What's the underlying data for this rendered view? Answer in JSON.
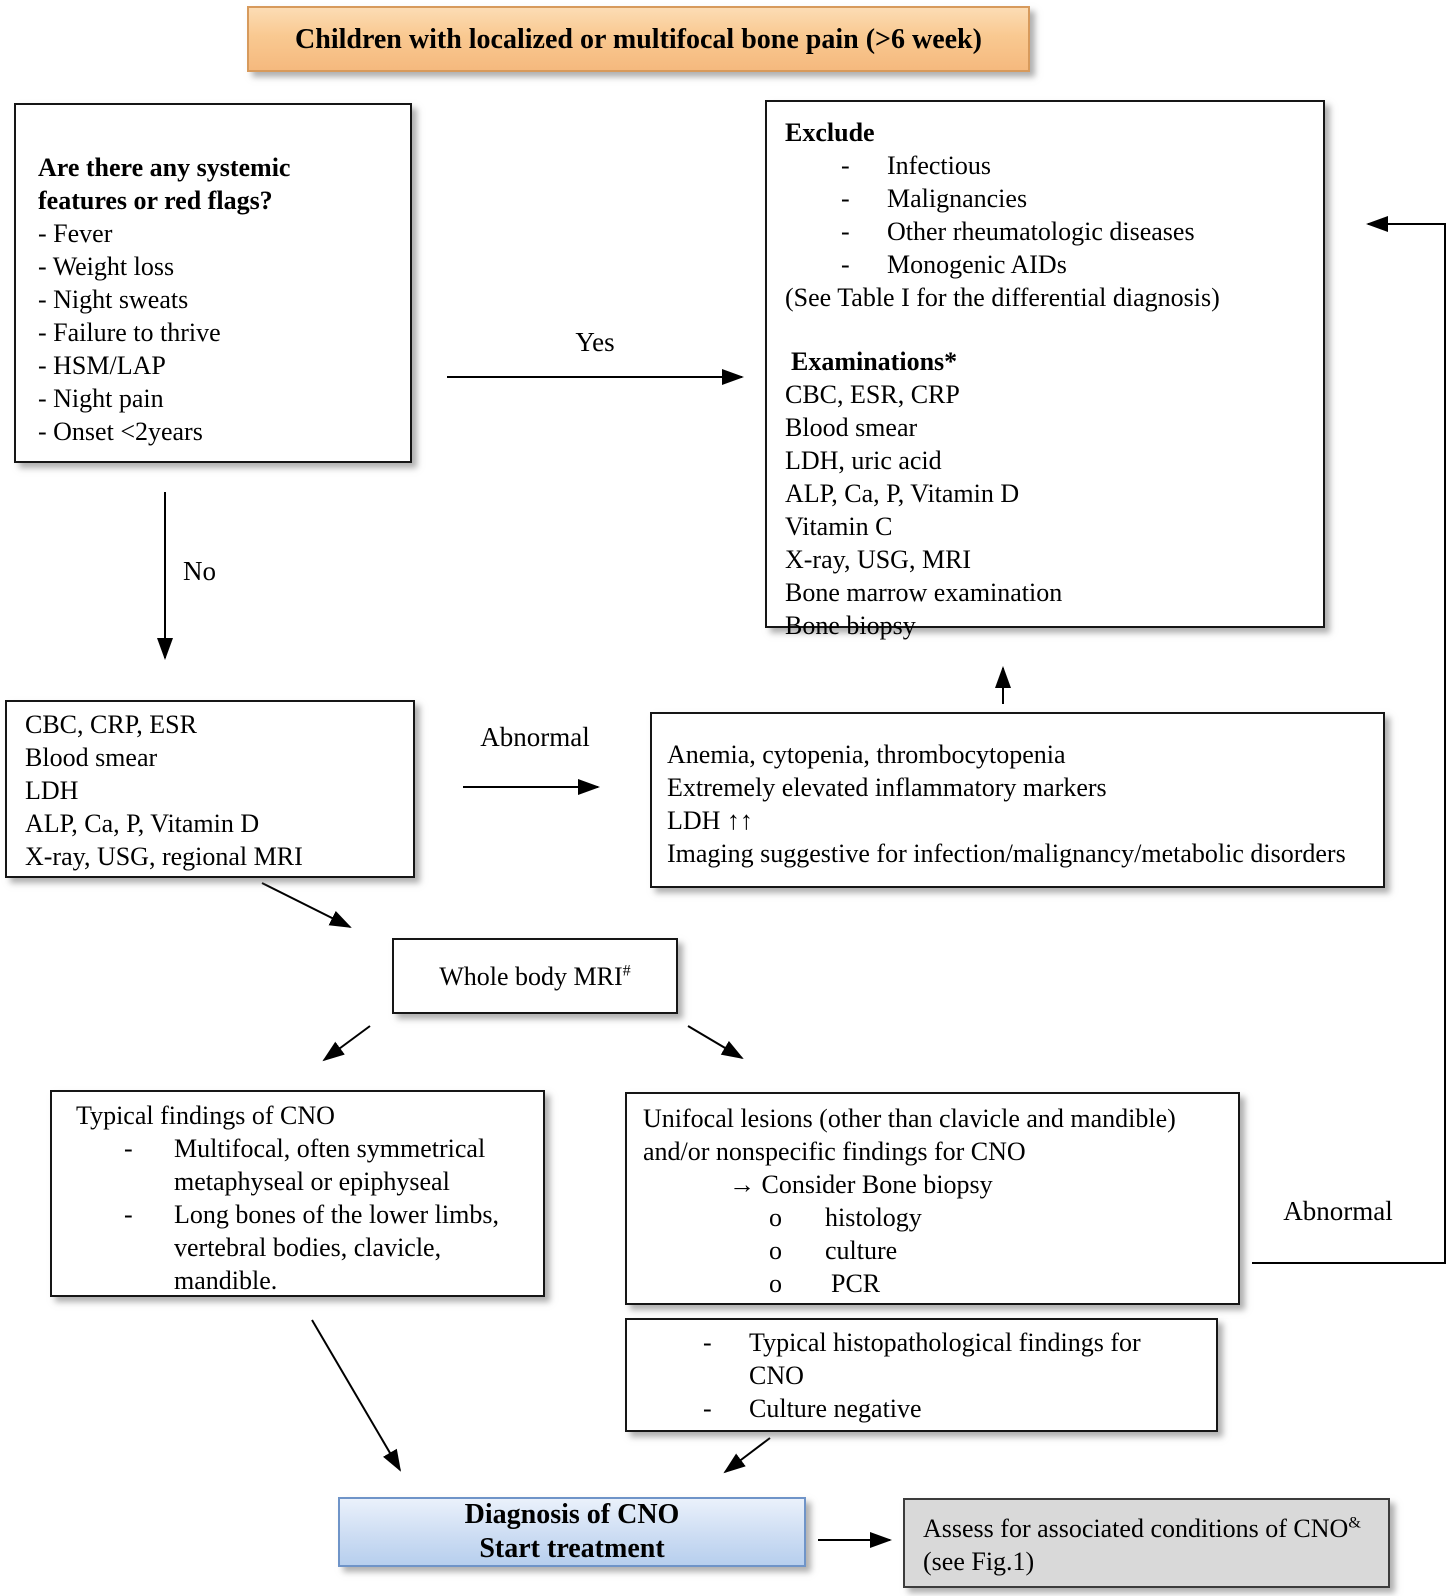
{
  "title": "Children with localized or multifocal bone pain (>6 week)",
  "bullets": {
    "dash": "-",
    "circle": "o"
  },
  "red_flags": {
    "heading": "Are there any systemic features or red flags?",
    "items": [
      "- Fever",
      "- Weight loss",
      "- Night sweats",
      "- Failure to thrive",
      "- HSM/LAP",
      "- Night pain",
      "- Onset <2years"
    ]
  },
  "exclude": {
    "heading": "Exclude",
    "items": [
      "Infectious",
      "Malignancies",
      "Other rheumatologic diseases",
      "Monogenic AIDs"
    ],
    "note": "(See Table I for the differential diagnosis)",
    "exam_heading": "Examinations*",
    "exams": [
      "CBC, ESR, CRP",
      "Blood smear",
      "LDH, uric acid",
      "ALP, Ca, P, Vitamin D",
      "Vitamin C",
      "X-ray, USG, MRI",
      "Bone marrow examination",
      "Bone biopsy"
    ]
  },
  "initial_workup": {
    "items": [
      "CBC, CRP, ESR",
      "Blood smear",
      "LDH",
      "ALP, Ca, P, Vitamin D",
      "X-ray, USG, regional MRI"
    ]
  },
  "abnormal_findings": {
    "items": [
      "Anemia, cytopenia, thrombocytopenia",
      "Extremely elevated inflammatory markers",
      "LDH ↑↑",
      "Imaging suggestive for infection/malignancy/metabolic disorders"
    ]
  },
  "wb_mri": {
    "label": "Whole body MRI",
    "sup": "#"
  },
  "typical_findings": {
    "heading": "Typical findings of CNO",
    "items": [
      "Multifocal, often symmetrical metaphyseal or epiphyseal",
      "Long bones of the lower limbs, vertebral  bodies, clavicle, mandible."
    ]
  },
  "unifocal": {
    "line1": "Unifocal lesions (other than clavicle and mandible)",
    "line2": "and/or nonspecific findings for CNO",
    "consider": "→ Consider Bone biopsy",
    "sub_items": [
      "histology",
      "culture",
      "PCR"
    ]
  },
  "histopathology": {
    "items": [
      "Typical histopathological findings for CNO",
      "Culture negative"
    ]
  },
  "diagnosis": {
    "line1": "Diagnosis of CNO",
    "line2": "Start treatment"
  },
  "assess": {
    "line1": "Assess for associated conditions of CNO",
    "sup": "&",
    "line2": "(see Fig.1)"
  },
  "arrow_labels": {
    "yes": "Yes",
    "no": "No",
    "abnormal_left": "Abnormal",
    "abnormal_right": "Abnormal"
  },
  "colors": {
    "title_fill": "#f9c991",
    "title_border": "#d79a5c",
    "diagnosis_fill": "#cdddf3",
    "diagnosis_border": "#6f94c8",
    "assess_fill": "#d9d9d9",
    "box_border": "#161616",
    "arrow": "#000000"
  }
}
